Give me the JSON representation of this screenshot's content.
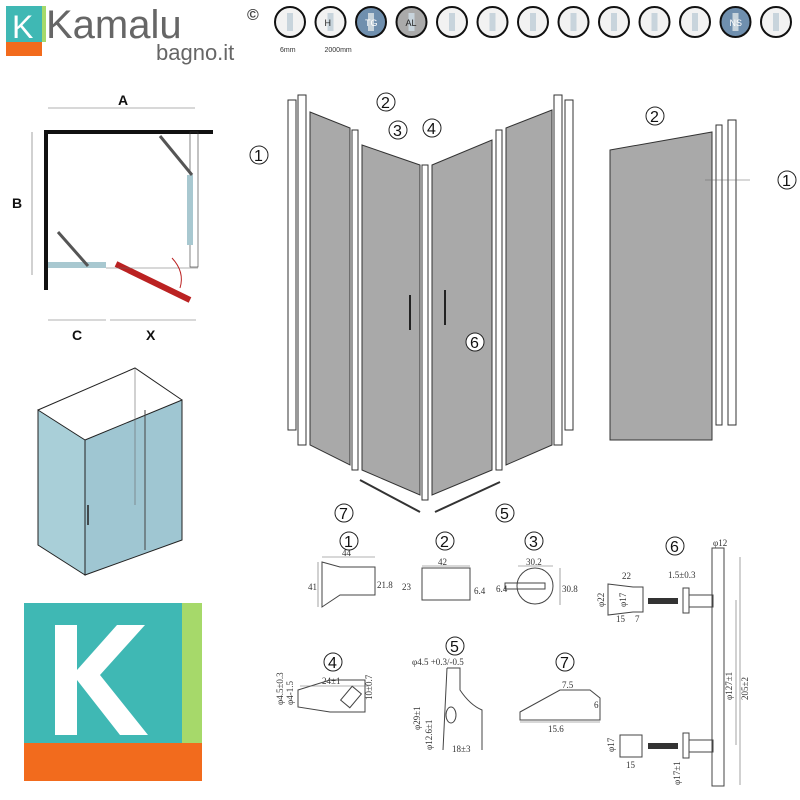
{
  "brand": {
    "letter": "K",
    "name": "Kamalu",
    "copyright": "©",
    "domain": "bagno.it",
    "colors": {
      "teal": "#3fb8b4",
      "green": "#a6d96a",
      "orange": "#f26b1d",
      "text": "#666666"
    }
  },
  "feature_icons": [
    {
      "icon": "glass-thickness-icon",
      "label": "",
      "caption": "6mm"
    },
    {
      "icon": "height-icon",
      "label": "H",
      "caption": "2000mm"
    },
    {
      "icon": "tempered-glass-icon",
      "label": "TG",
      "caption": ""
    },
    {
      "icon": "aluminium-icon",
      "label": "AL",
      "caption": ""
    },
    {
      "icon": "wall-adjust-icon",
      "label": "",
      "caption": ""
    },
    {
      "icon": "reversible-icon",
      "label": "",
      "caption": ""
    },
    {
      "icon": "sliding-icon",
      "label": "",
      "caption": ""
    },
    {
      "icon": "magnetic-close-icon",
      "label": "",
      "caption": ""
    },
    {
      "icon": "seal-icon",
      "label": "",
      "caption": ""
    },
    {
      "icon": "floor-install-icon",
      "label": "",
      "caption": ""
    },
    {
      "icon": "cut-to-size-icon",
      "label": "",
      "caption": ""
    },
    {
      "icon": "nano-shield-icon",
      "label": "NS",
      "caption": ""
    },
    {
      "icon": "water-drip-icon",
      "label": "",
      "caption": ""
    }
  ],
  "plan": {
    "a": "A",
    "b": "B",
    "c": "C",
    "x": "X"
  },
  "callouts": [
    "1",
    "2",
    "3",
    "4",
    "5",
    "6",
    "7"
  ],
  "details": {
    "p1": {
      "num": "1",
      "w": "44",
      "h": "41",
      "d": "21.8"
    },
    "p2": {
      "num": "2",
      "w": "42",
      "h": "23",
      "d": "6.4"
    },
    "p3": {
      "num": "3",
      "w": "30.2",
      "h": "30.8",
      "d": "6.4"
    },
    "p4": {
      "num": "4",
      "w": "24±1",
      "h": "10±0.7",
      "a": "φ4.5±0.3",
      "b": "φ4-1.5"
    },
    "p5": {
      "num": "5",
      "top": "φ4.5 +0.3/-0.5",
      "h1": "φ29±1",
      "h2": "φ12.6±1",
      "w": "18±3"
    },
    "p6": {
      "num": "6",
      "dia": "φ12",
      "wash": "1.5±0.3",
      "knob_w": "22",
      "knob_d1": "φ22",
      "knob_d2": "φ17",
      "knob_a": "15",
      "knob_b": "7",
      "len1": "φ127±1",
      "len2": "205±2",
      "cap_d": "φ17",
      "cap_w": "15",
      "post": "φ17±1"
    },
    "p7": {
      "num": "7",
      "w1": "7.5",
      "w2": "15.6",
      "h": "6"
    }
  }
}
